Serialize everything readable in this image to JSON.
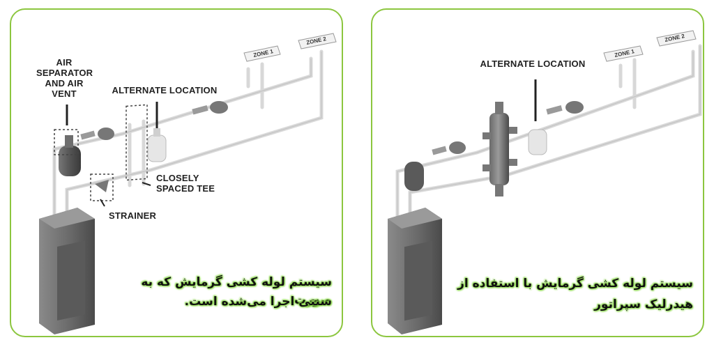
{
  "left_panel": {
    "labels": {
      "air_separator": "AIR\nSEPARATOR\nAND AIR\nVENT",
      "alternate_location": "ALTERNATE LOCATION",
      "closely_spaced_tee": "CLOSELY\nSPACED TEE",
      "strainer": "STRAINER",
      "zone1": "ZONE 1",
      "zone2": "ZONE 2"
    },
    "caption_line1": "سیستم لوله کشی گرمایش که به صورت",
    "caption_line2": "سنتی اجرا می‌شده است."
  },
  "right_panel": {
    "labels": {
      "alternate_location": "ALTERNATE LOCATION",
      "zone1": "ZONE 1",
      "zone2": "ZONE 2"
    },
    "caption_line1": "سیستم لوله کشی گرمایش با استفاده از",
    "caption_line2": "هیدرلیک سپراتور"
  },
  "colors": {
    "border": "#8cc63f",
    "caption_glow": "#9be05a",
    "pipe": "#d9d9d9",
    "boiler": "#707070"
  }
}
